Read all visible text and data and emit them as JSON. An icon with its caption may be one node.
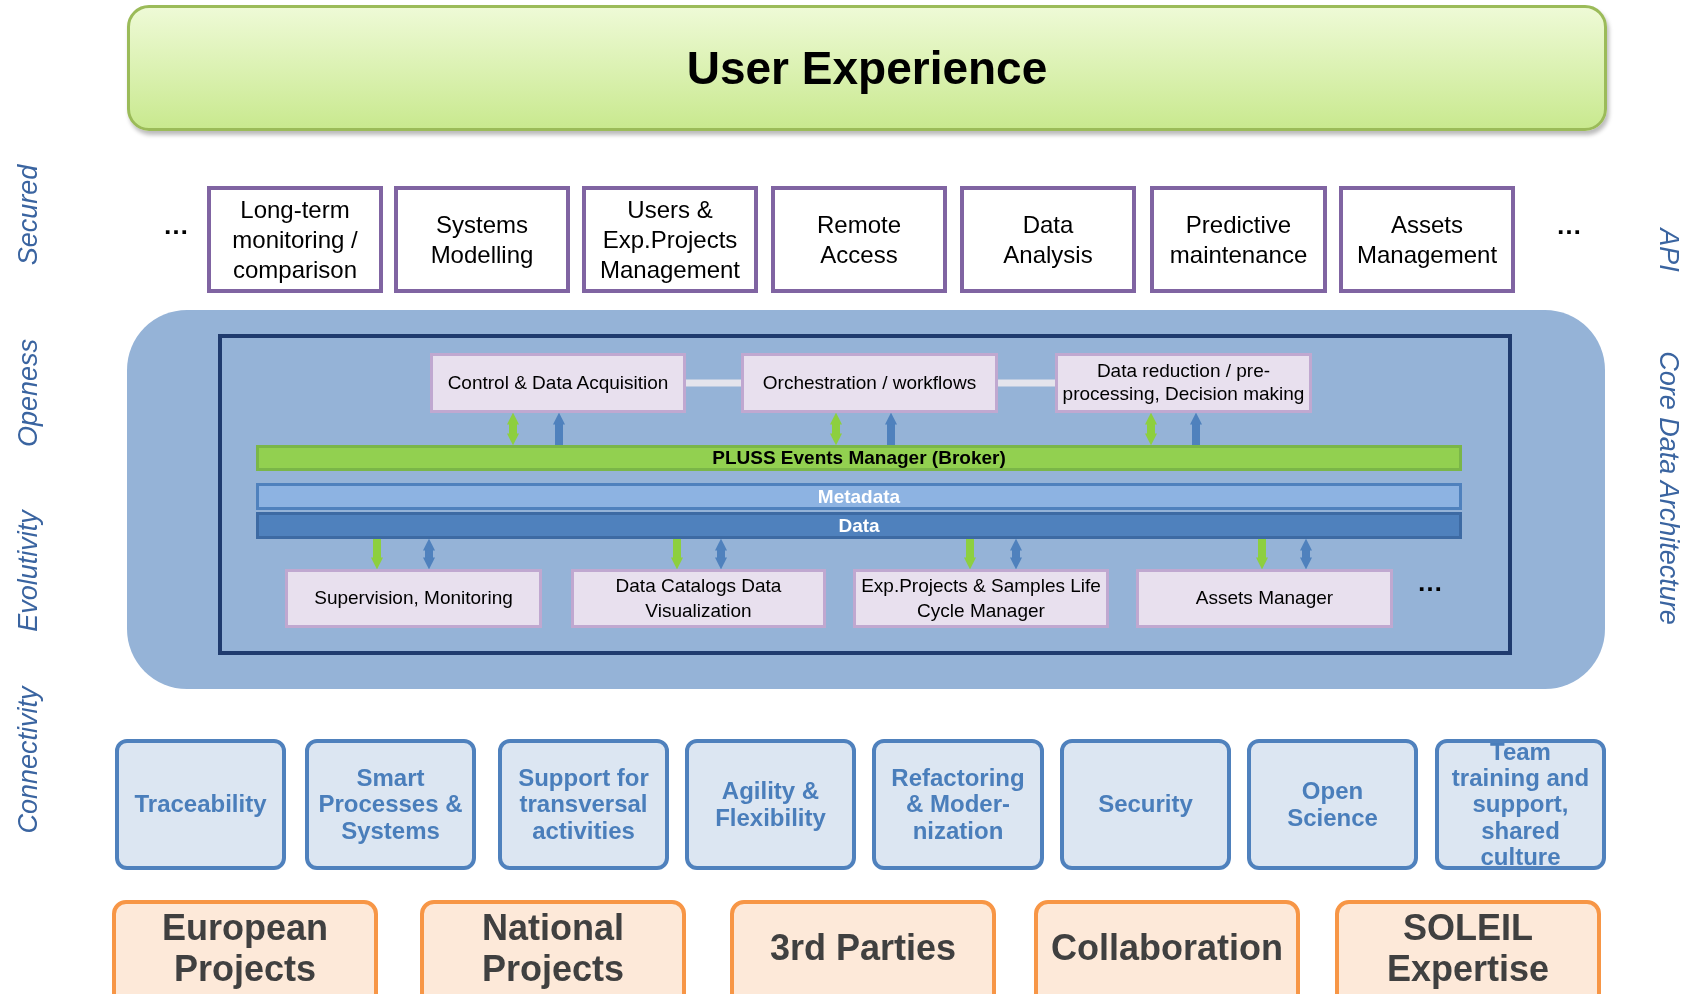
{
  "diagram": {
    "nodes": [
      {
        "text": [
          "User Experience"
        ]
      },
      {
        "text": [
          "Long-term monitoring / comparison"
        ]
      },
      {
        "text": [
          "Systems Modelling"
        ]
      },
      {
        "text": [
          "Users & Exp.Projects Management"
        ]
      },
      {
        "text": [
          "Remote Access"
        ]
      },
      {
        "text": [
          "Data Analysis"
        ]
      },
      {
        "text": [
          "Predictive maintenance"
        ]
      },
      {
        "text": [
          "Assets Management"
        ]
      },
      {
        "text": [],
        "shape": "box"
      },
      {
        "text": [],
        "shape": "box",
        "in": 8
      },
      {
        "text": [
          "Control & Data Acquisition"
        ],
        "in": 9
      },
      {
        "text": [
          "Orchestration / workflows"
        ],
        "in": 9
      },
      {
        "text": [
          "Data reduction / pre-processing, Decision making"
        ],
        "in": 9
      },
      {
        "text": [
          "PLUSS Events Manager (Broker)"
        ],
        "in": 9
      },
      {
        "text": [
          "Metadata"
        ],
        "in": 9
      },
      {
        "text": [
          "Data"
        ],
        "in": 9
      },
      {
        "text": [
          "Supervision, Monitoring"
        ],
        "in": 9
      },
      {
        "text": [
          "Data Catalogs Data Visualization"
        ],
        "in": 9
      },
      {
        "text": [
          "Exp.Projects & Samples Life Cycle Manager"
        ],
        "in": 9
      },
      {
        "text": [
          "Assets Manager"
        ],
        "in": 9
      },
      {
        "text": [
          "Traceability"
        ]
      },
      {
        "text": [
          "Smart Processes & Systems"
        ]
      },
      {
        "text": [
          "Support for transversal activities"
        ]
      },
      {
        "text": [
          "Agility & Flexibility"
        ]
      },
      {
        "text": [
          "Refactoring & Moder-nization"
        ]
      },
      {
        "text": [
          "Security"
        ]
      },
      {
        "text": [
          "Open Science"
        ]
      },
      {
        "text": [
          "Team training and support, shared culture"
        ]
      },
      {
        "text": [
          "European Projects"
        ]
      },
      {
        "text": [
          "National Projects"
        ]
      },
      {
        "text": [
          "3rd Parties"
        ]
      },
      {
        "text": [
          "Collaboration"
        ]
      },
      {
        "text": [
          "SOLEIL Expertise"
        ]
      }
    ],
    "edges": [
      {
        "from": 10,
        "to": 11,
        "arrow": "none",
        "color": "#e4e4ec"
      },
      {
        "from": 11,
        "to": 12,
        "arrow": "none",
        "color": "#e4e4ec"
      },
      {
        "from": 10,
        "to": 13,
        "arrow": "both",
        "color": "#8dcf3f"
      },
      {
        "from": 13,
        "to": 10,
        "arrow": "to",
        "color": "#4f81bd"
      },
      {
        "from": 11,
        "to": 13,
        "arrow": "both",
        "color": "#8dcf3f"
      },
      {
        "from": 13,
        "to": 11,
        "arrow": "to",
        "color": "#4f81bd"
      },
      {
        "from": 12,
        "to": 13,
        "arrow": "both",
        "color": "#8dcf3f"
      },
      {
        "from": 13,
        "to": 12,
        "arrow": "to",
        "color": "#4f81bd"
      },
      {
        "from": 15,
        "to": 16,
        "arrow": "to",
        "color": "#8dcf3f"
      },
      {
        "from": 15,
        "to": 16,
        "arrow": "both",
        "color": "#4f81bd"
      },
      {
        "from": 15,
        "to": 17,
        "arrow": "to",
        "color": "#8dcf3f"
      },
      {
        "from": 15,
        "to": 17,
        "arrow": "both",
        "color": "#4f81bd"
      },
      {
        "from": 15,
        "to": 18,
        "arrow": "to",
        "color": "#8dcf3f"
      },
      {
        "from": 15,
        "to": 18,
        "arrow": "both",
        "color": "#4f81bd"
      },
      {
        "from": 15,
        "to": 19,
        "arrow": "to",
        "color": "#8dcf3f"
      },
      {
        "from": 15,
        "to": 19,
        "arrow": "both",
        "color": "#4f81bd"
      }
    ],
    "labels": [
      "Secured",
      "…",
      "…",
      "API",
      "Openess",
      "Core Data Architecture",
      "…",
      "Evolutivity",
      "Connectivity"
    ]
  }
}
